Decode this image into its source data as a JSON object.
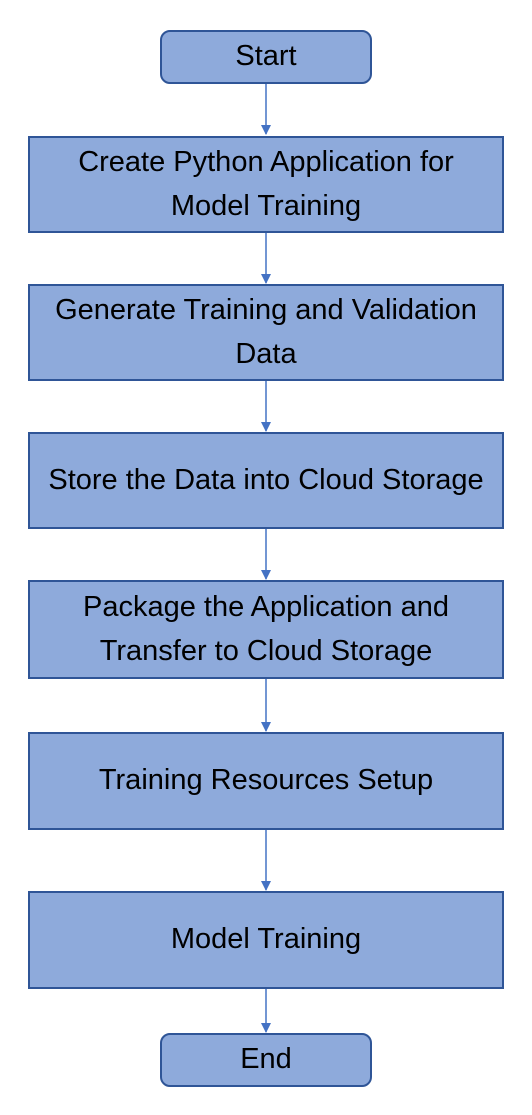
{
  "flowchart": {
    "start": {
      "label": "Start"
    },
    "steps": [
      {
        "label": "Create Python Application for Model Training"
      },
      {
        "label": "Generate Training and Validation Data"
      },
      {
        "label": "Store the Data into Cloud Storage"
      },
      {
        "label": "Package the Application and Transfer to Cloud Storage"
      },
      {
        "label": "Training Resources Setup"
      },
      {
        "label": "Model Training"
      }
    ],
    "end": {
      "label": "End"
    },
    "colors": {
      "box_fill": "#8eaadb",
      "box_border": "#2f5597",
      "connector": "#4472c4",
      "text": "#000000"
    }
  }
}
